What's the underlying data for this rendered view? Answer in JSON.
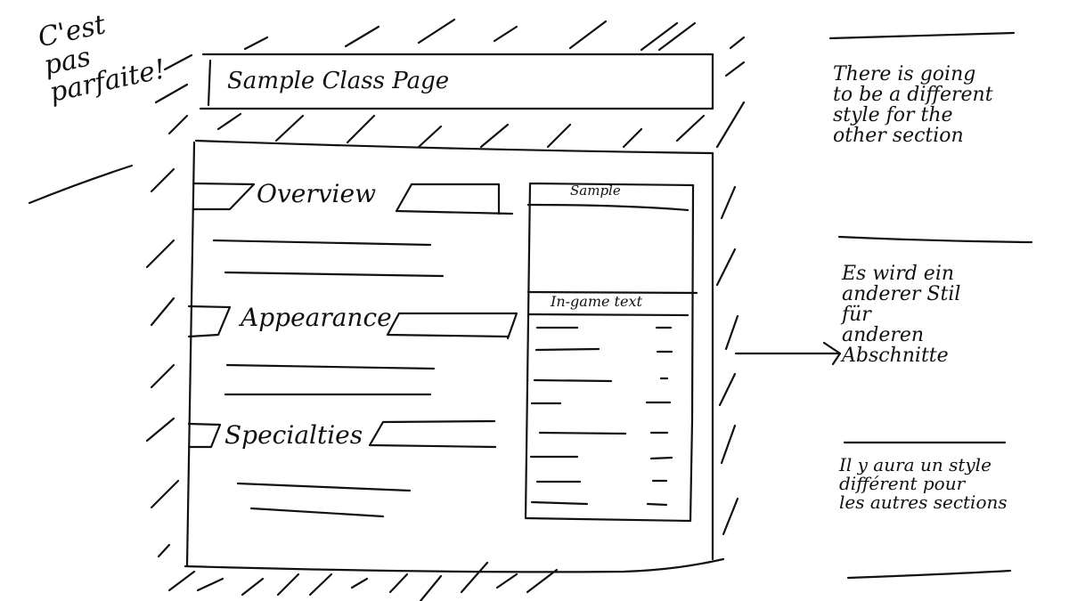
{
  "margin_note": "C'est\npas\nparfaite!",
  "page": {
    "title": "Sample Class Page"
  },
  "sections": [
    {
      "heading": "Overview",
      "text_lines": 2
    },
    {
      "heading": "Appearance",
      "text_lines": 2
    },
    {
      "heading": "Specialties",
      "text_lines": 2
    }
  ],
  "infobox": {
    "title": "Sample",
    "subtitle": "In-game text",
    "rows": 8
  },
  "notes": [
    {
      "lang": "en",
      "text": "There is going\nto be a different\nstyle for the\nother section"
    },
    {
      "lang": "de",
      "text": "Es wird ein\nanderer Stil\nfür\nanderen\nAbschnitte"
    },
    {
      "lang": "fr",
      "text": "Il y aura un style\ndifférent pour\nles autres sections"
    }
  ],
  "colors": {
    "ink": "#111111",
    "paper": "#ffffff"
  }
}
